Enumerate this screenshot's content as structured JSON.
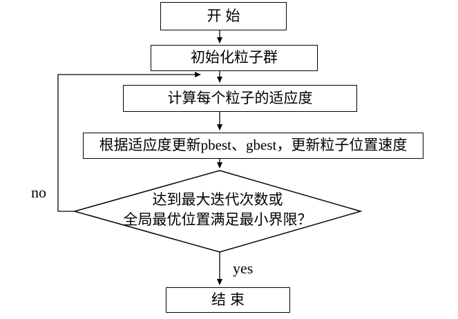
{
  "nodes": {
    "start": {
      "label": "开始"
    },
    "init": {
      "label": "初始化粒子群"
    },
    "fitness": {
      "label": "计算每个粒子的适应度"
    },
    "update": {
      "label": "根据适应度更新pbest、gbest，更新粒子位置速度"
    },
    "decision": {
      "line1": "达到最大迭代次数或",
      "line2": "全局最优位置满足最小界限？"
    },
    "end": {
      "label": "结束"
    }
  },
  "edge_labels": {
    "no": "no",
    "yes": "yes"
  },
  "colors": {
    "line": "#000000",
    "text": "#000000",
    "background": "#ffffff"
  }
}
